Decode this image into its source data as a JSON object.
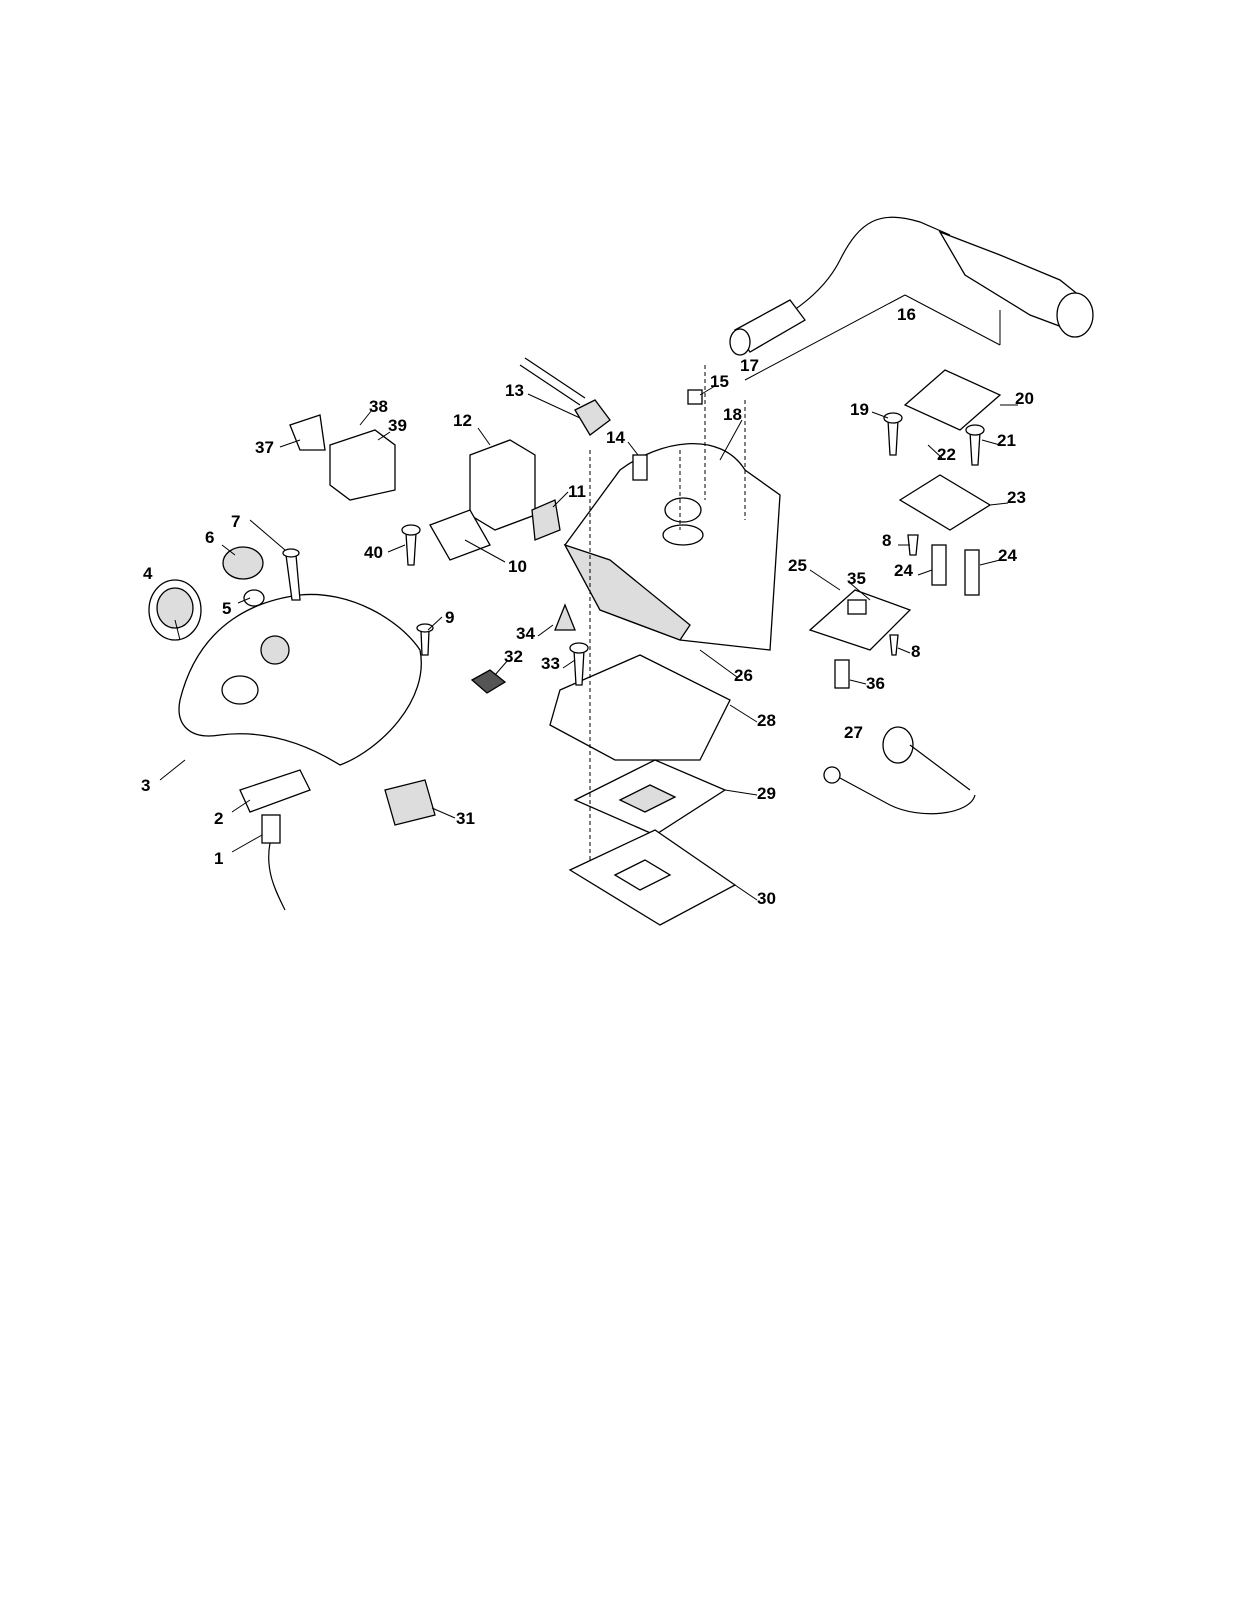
{
  "diagram": {
    "type": "exploded-parts-view",
    "callouts": [
      "1",
      "2",
      "3",
      "4",
      "5",
      "6",
      "7",
      "8",
      "8",
      "9",
      "10",
      "11",
      "12",
      "13",
      "14",
      "15",
      "16",
      "17",
      "18",
      "19",
      "20",
      "21",
      "22",
      "23",
      "24",
      "24",
      "25",
      "26",
      "27",
      "28",
      "29",
      "30",
      "31",
      "32",
      "33",
      "34",
      "35",
      "36",
      "37",
      "38",
      "39",
      "40"
    ]
  }
}
